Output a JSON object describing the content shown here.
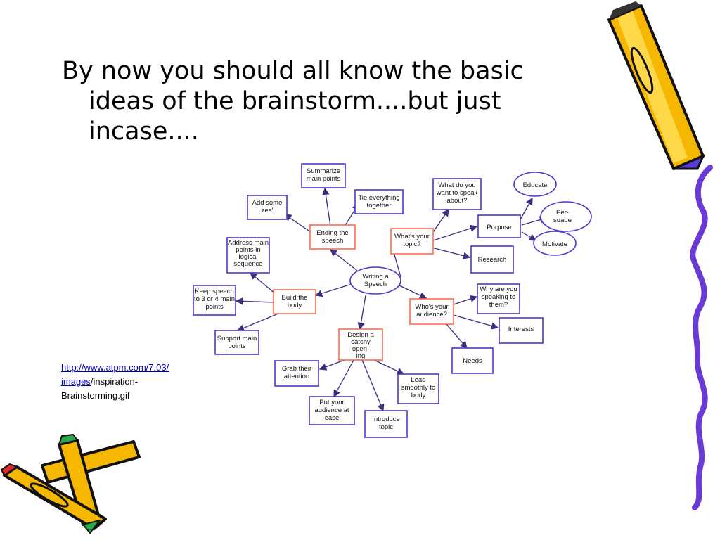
{
  "slide": {
    "heading": "By now you should all know the basic ideas of the brainstorm....but just incase....",
    "source_link_part1": "http://www.atpm.com/7.03/",
    "source_link_part2": "images",
    "source_text": "/inspiration-Brainstorming.gif"
  },
  "diagram": {
    "center": [
      "Writing a",
      "Speech"
    ],
    "nodes": {
      "summarize": [
        "Summarize",
        "main points"
      ],
      "tie": [
        "Tie everything",
        "together"
      ],
      "zest": [
        "Add some",
        "zes'"
      ],
      "ending": [
        "Ending the",
        "speech"
      ],
      "address": [
        "Address main",
        "points in",
        "logical",
        "sequence"
      ],
      "keep3": [
        "Keep speech",
        "to 3 or 4 main",
        "points"
      ],
      "build": [
        "Build the",
        "body"
      ],
      "support": [
        "Support main",
        "points"
      ],
      "design": [
        "Design a",
        "catchy",
        "open-",
        "ing"
      ],
      "grab": [
        "Grab their",
        "attention"
      ],
      "ease": [
        "Put your",
        "audience at",
        "ease"
      ],
      "introduce": [
        "Introduce",
        "topic"
      ],
      "lead": [
        "Lead",
        "smoothly to",
        "body"
      ],
      "topic": [
        "What's your",
        "topic?"
      ],
      "whatdo": [
        "What do you",
        "want to speak",
        "about?"
      ],
      "purpose": [
        "Purpose"
      ],
      "educate": [
        "Educate"
      ],
      "persuade": [
        "Per-",
        "suade"
      ],
      "motivate": [
        "Motivate"
      ],
      "research": [
        "Research"
      ],
      "audience": [
        "Who's your",
        "audience?"
      ],
      "why": [
        "Why are you",
        "speaking to",
        "them?"
      ],
      "interests": [
        "Interests"
      ],
      "needs": [
        "Needs"
      ]
    }
  },
  "colors": {
    "primary_border": "#ff6a4a",
    "secondary_border": "#4a3acc",
    "edge": "#3d2d80",
    "link": "#0000cc"
  },
  "decorations": [
    "pencil-icon",
    "pencil-cluster-icon",
    "squiggle-line"
  ]
}
